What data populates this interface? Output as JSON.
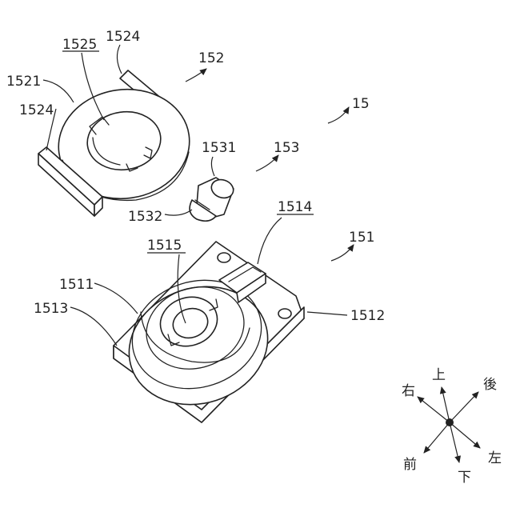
{
  "labels": {
    "l1525": "1525",
    "l1524a": "1524",
    "l1521": "1521",
    "l1524b": "1524",
    "l152": "152",
    "l15": "15",
    "l1531": "1531",
    "l153": "153",
    "l1532": "1532",
    "l1514": "1514",
    "l151": "151",
    "l1515": "1515",
    "l1511": "1511",
    "l1513": "1513",
    "l1512": "1512"
  },
  "compass": {
    "up": "上",
    "back": "後",
    "right": "右",
    "front": "前",
    "down": "下",
    "left": "左"
  }
}
